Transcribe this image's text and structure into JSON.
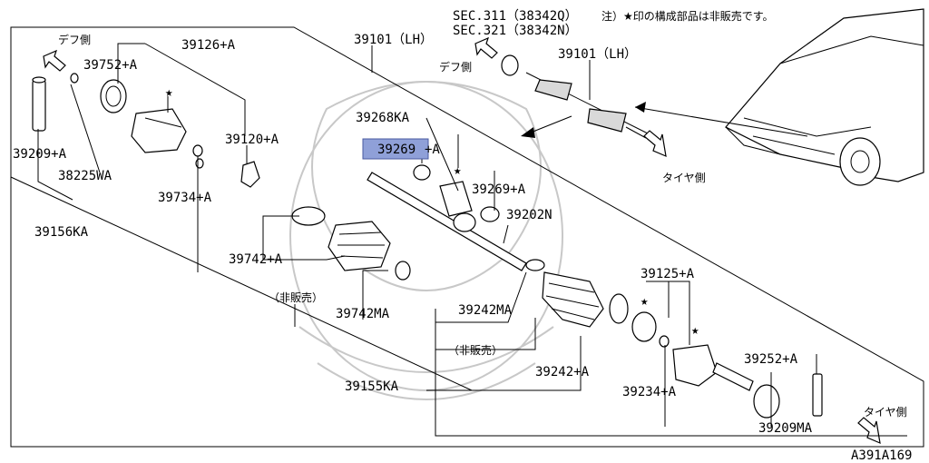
{
  "diagram_id": "A391A169",
  "note": "注）★印の構成部品は非販売です。",
  "sec_refs": [
    "SEC.311（38342Q）",
    "SEC.321（38342N）"
  ],
  "directions": {
    "diff_side": "デフ側",
    "tire_side": "タイヤ側"
  },
  "star": "★",
  "not_sold": "（非販売）",
  "parts": {
    "p39101_main": "39101（LH）",
    "p39101_inset": "39101（LH）",
    "p39126": "39126+A",
    "p39752": "39752+A",
    "p39120": "39120+A",
    "p39209a": "39209+A",
    "p38225": "38225WA",
    "p39734": "39734+A",
    "p39156": "39156KA",
    "p39268": "39268KA",
    "p39269_hl": "39269",
    "p39269_hl_suffix": "+A",
    "p39269": "39269+A",
    "p39202": "39202N",
    "p39742a": "39742+A",
    "p39742ma": "39742MA",
    "p39242ma": "39242MA",
    "p39242a": "39242+A",
    "p39155": "39155KA",
    "p39125": "39125+A",
    "p39234": "39234+A",
    "p39252": "39252+A",
    "p39209ma": "39209MA"
  },
  "highlight_color": "#8fa0d8"
}
